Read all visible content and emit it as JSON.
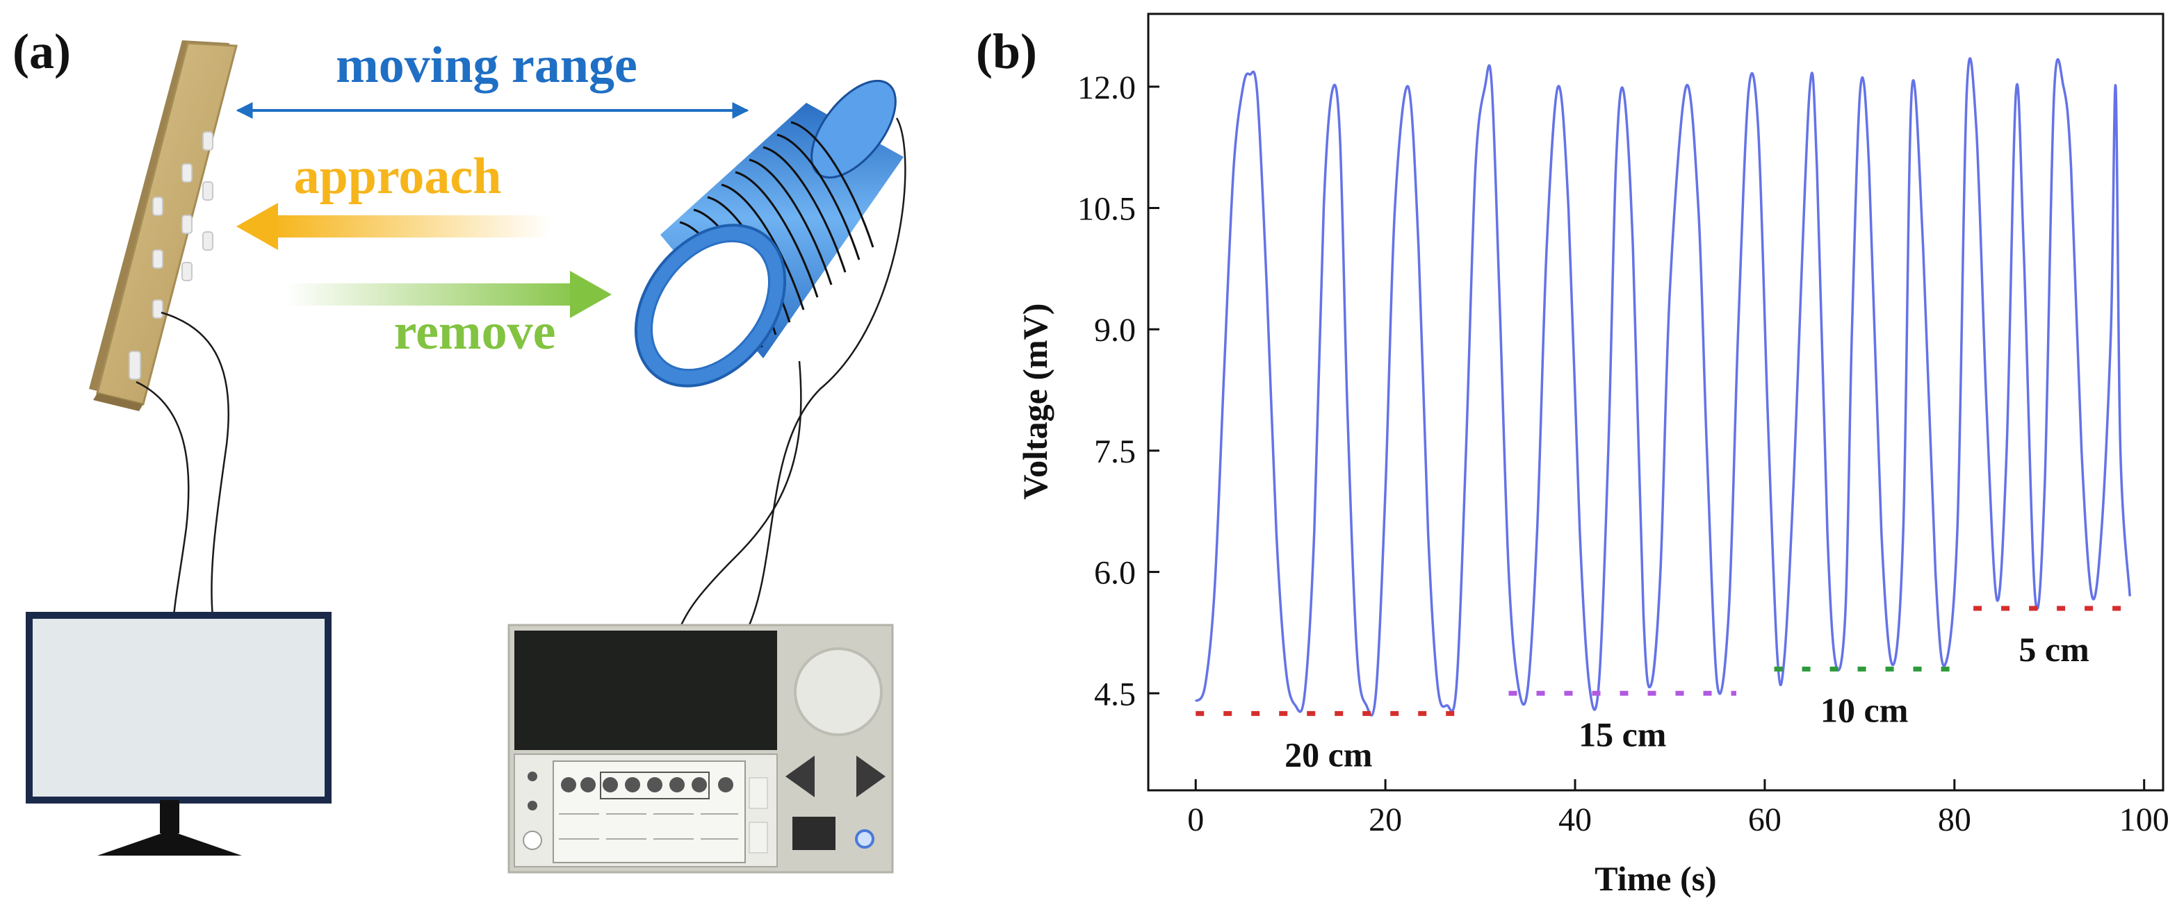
{
  "panel_a": {
    "label": "(a)",
    "moving_range_label": "moving range",
    "approach_label": "approach",
    "remove_label": "remove",
    "colors": {
      "moving_range": "#1f6fc4",
      "approach": "#f6b51b",
      "remove": "#82c341",
      "plate": "#c9ad72",
      "coil": "#4a93e0",
      "monitor_frame": "#1b2a4a",
      "monitor_screen": "#e3e8ea",
      "instrument_body": "#c7c7bd"
    },
    "icons": [
      "sensor-plate-icon",
      "coil-icon",
      "monitor-icon",
      "instrument-icon"
    ]
  },
  "panel_b": {
    "label": "(b)",
    "distance_labels": [
      "20 cm",
      "15 cm",
      "10 cm",
      "5 cm"
    ],
    "distance_colors": [
      "#d62d2d",
      "#b15ae0",
      "#2e9a3a",
      "#d62d2d"
    ]
  },
  "chart_data": {
    "type": "line",
    "title": "",
    "xlabel": "Time (s)",
    "ylabel": "Voltage (mV)",
    "xlim": [
      -5,
      102
    ],
    "ylim": [
      3.3,
      12.9
    ],
    "xticks": [
      0,
      20,
      40,
      60,
      80,
      100
    ],
    "yticks": [
      4.5,
      6.0,
      7.5,
      9.0,
      10.5,
      12.0
    ],
    "xtick_labels": [
      "0",
      "20",
      "40",
      "60",
      "80",
      "100"
    ],
    "ytick_labels": [
      "4.5",
      "6.0",
      "7.5",
      "9.0",
      "10.5",
      "12.0"
    ],
    "line_color": "#6473e6",
    "grid": false,
    "series": [
      {
        "x": [
          0,
          1,
          2,
          3,
          4,
          5,
          5.7,
          6.5,
          7.5,
          8.5,
          9.5,
          10.5,
          11.5,
          12.5,
          13.5,
          14.4,
          15.2,
          16,
          17,
          18,
          19,
          20,
          21,
          22.4,
          23.5,
          24.5,
          25.5,
          26.5,
          27.5,
          28.5,
          29.5,
          30.5,
          31.2,
          32,
          33,
          34,
          35,
          36,
          37,
          38.2,
          39.3,
          40.5,
          41.5,
          42.5,
          43.5,
          44.3,
          45.1,
          46.1,
          47.2,
          48,
          49,
          50,
          51.7,
          53,
          53.9,
          55,
          56.2,
          57.2,
          58.3,
          59.3,
          60.3,
          61.3,
          62,
          63,
          64.7,
          65.5,
          66.6,
          67.5,
          68.5,
          69.2,
          70.1,
          71,
          72.3,
          73.5,
          74.6,
          75.5,
          76.7,
          78,
          79,
          80.3,
          81.3,
          82.3,
          83.4,
          84.5,
          85.5,
          86.5,
          87.3,
          88.5,
          89.5,
          90.5,
          91.5,
          92.3,
          93.4,
          94.5,
          95.5,
          96.5,
          97,
          97.5,
          98.5
        ],
        "y": [
          4.4,
          4.6,
          5.8,
          8.5,
          11.0,
          12.0,
          12.15,
          11.9,
          9.5,
          6.5,
          4.8,
          4.35,
          4.5,
          6.5,
          10.5,
          11.95,
          11.4,
          8.0,
          5.0,
          4.35,
          4.5,
          7.0,
          10.5,
          12.0,
          10.0,
          6.5,
          4.6,
          4.35,
          4.6,
          7.5,
          11.0,
          12.0,
          12.05,
          9.5,
          6.0,
          4.6,
          4.55,
          6.5,
          10.0,
          12.0,
          10.5,
          6.5,
          4.6,
          4.6,
          7.5,
          11.0,
          11.95,
          10.0,
          5.5,
          4.6,
          6.0,
          9.5,
          12.0,
          10.5,
          7.5,
          4.6,
          5.5,
          9.0,
          11.95,
          11.5,
          8.0,
          5.0,
          4.85,
          7.0,
          11.9,
          11.0,
          6.5,
          4.85,
          5.5,
          9.0,
          12.0,
          11.0,
          6.5,
          4.85,
          6.5,
          11.95,
          10.0,
          6.0,
          4.85,
          6.5,
          11.95,
          11.5,
          8.0,
          5.65,
          7.5,
          11.95,
          10.0,
          5.7,
          7.0,
          11.9,
          12.0,
          11.0,
          7.5,
          5.7,
          6.5,
          9.0,
          12.0,
          7.5,
          5.7
        ]
      }
    ],
    "annotations": [
      {
        "text": "20 cm",
        "segment_y": 4.25,
        "segment_x": [
          0,
          28
        ]
      },
      {
        "text": "15 cm",
        "segment_y": 4.5,
        "segment_x": [
          33,
          57
        ]
      },
      {
        "text": "10 cm",
        "segment_y": 4.8,
        "segment_x": [
          61,
          80
        ]
      },
      {
        "text": "5 cm",
        "segment_y": 5.55,
        "segment_x": [
          82,
          99
        ]
      }
    ]
  }
}
